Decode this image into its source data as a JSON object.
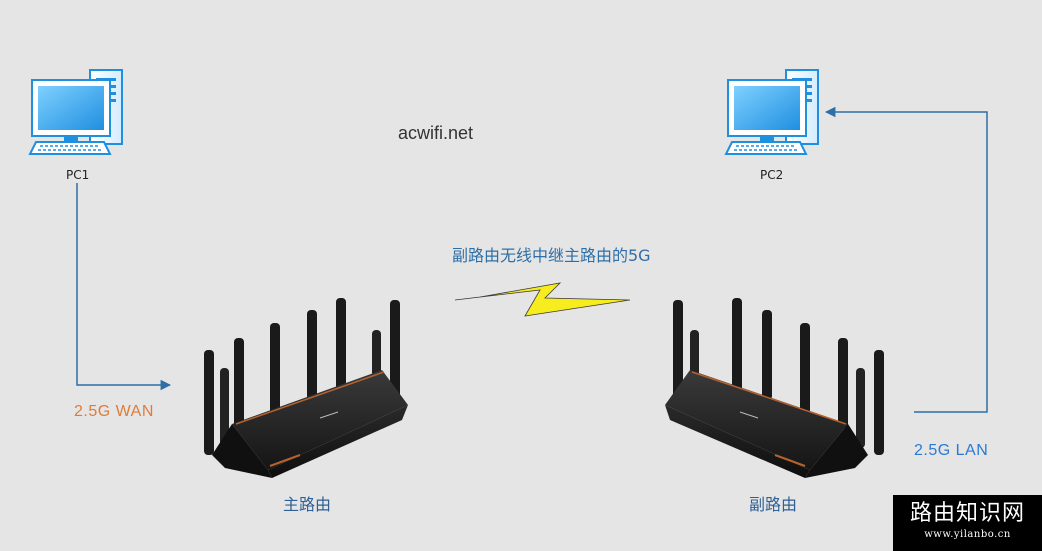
{
  "site_text": "acwifi.net",
  "pc1": {
    "label": "PC1"
  },
  "pc2": {
    "label": "PC2"
  },
  "relay_text": "副路由无线中继主路由的5G",
  "wan_label": "2.5G  WAN",
  "lan_label": "2.5G  LAN",
  "main_router": {
    "label": "主路由"
  },
  "sub_router": {
    "label": "副路由"
  },
  "watermark": {
    "title": "路由知识网",
    "url": "www.yilanbo.cn"
  },
  "colors": {
    "background": "#e5e5e5",
    "link_line": "#2e6fa7",
    "wan_text": "#e07b39",
    "lan_text": "#2a7ad5",
    "lightning": "#f7ec1e",
    "monitor": "#1f8fe0",
    "router": "#1e1e1e"
  },
  "icons": [
    "computer-icon",
    "router-icon",
    "lightning-icon"
  ]
}
